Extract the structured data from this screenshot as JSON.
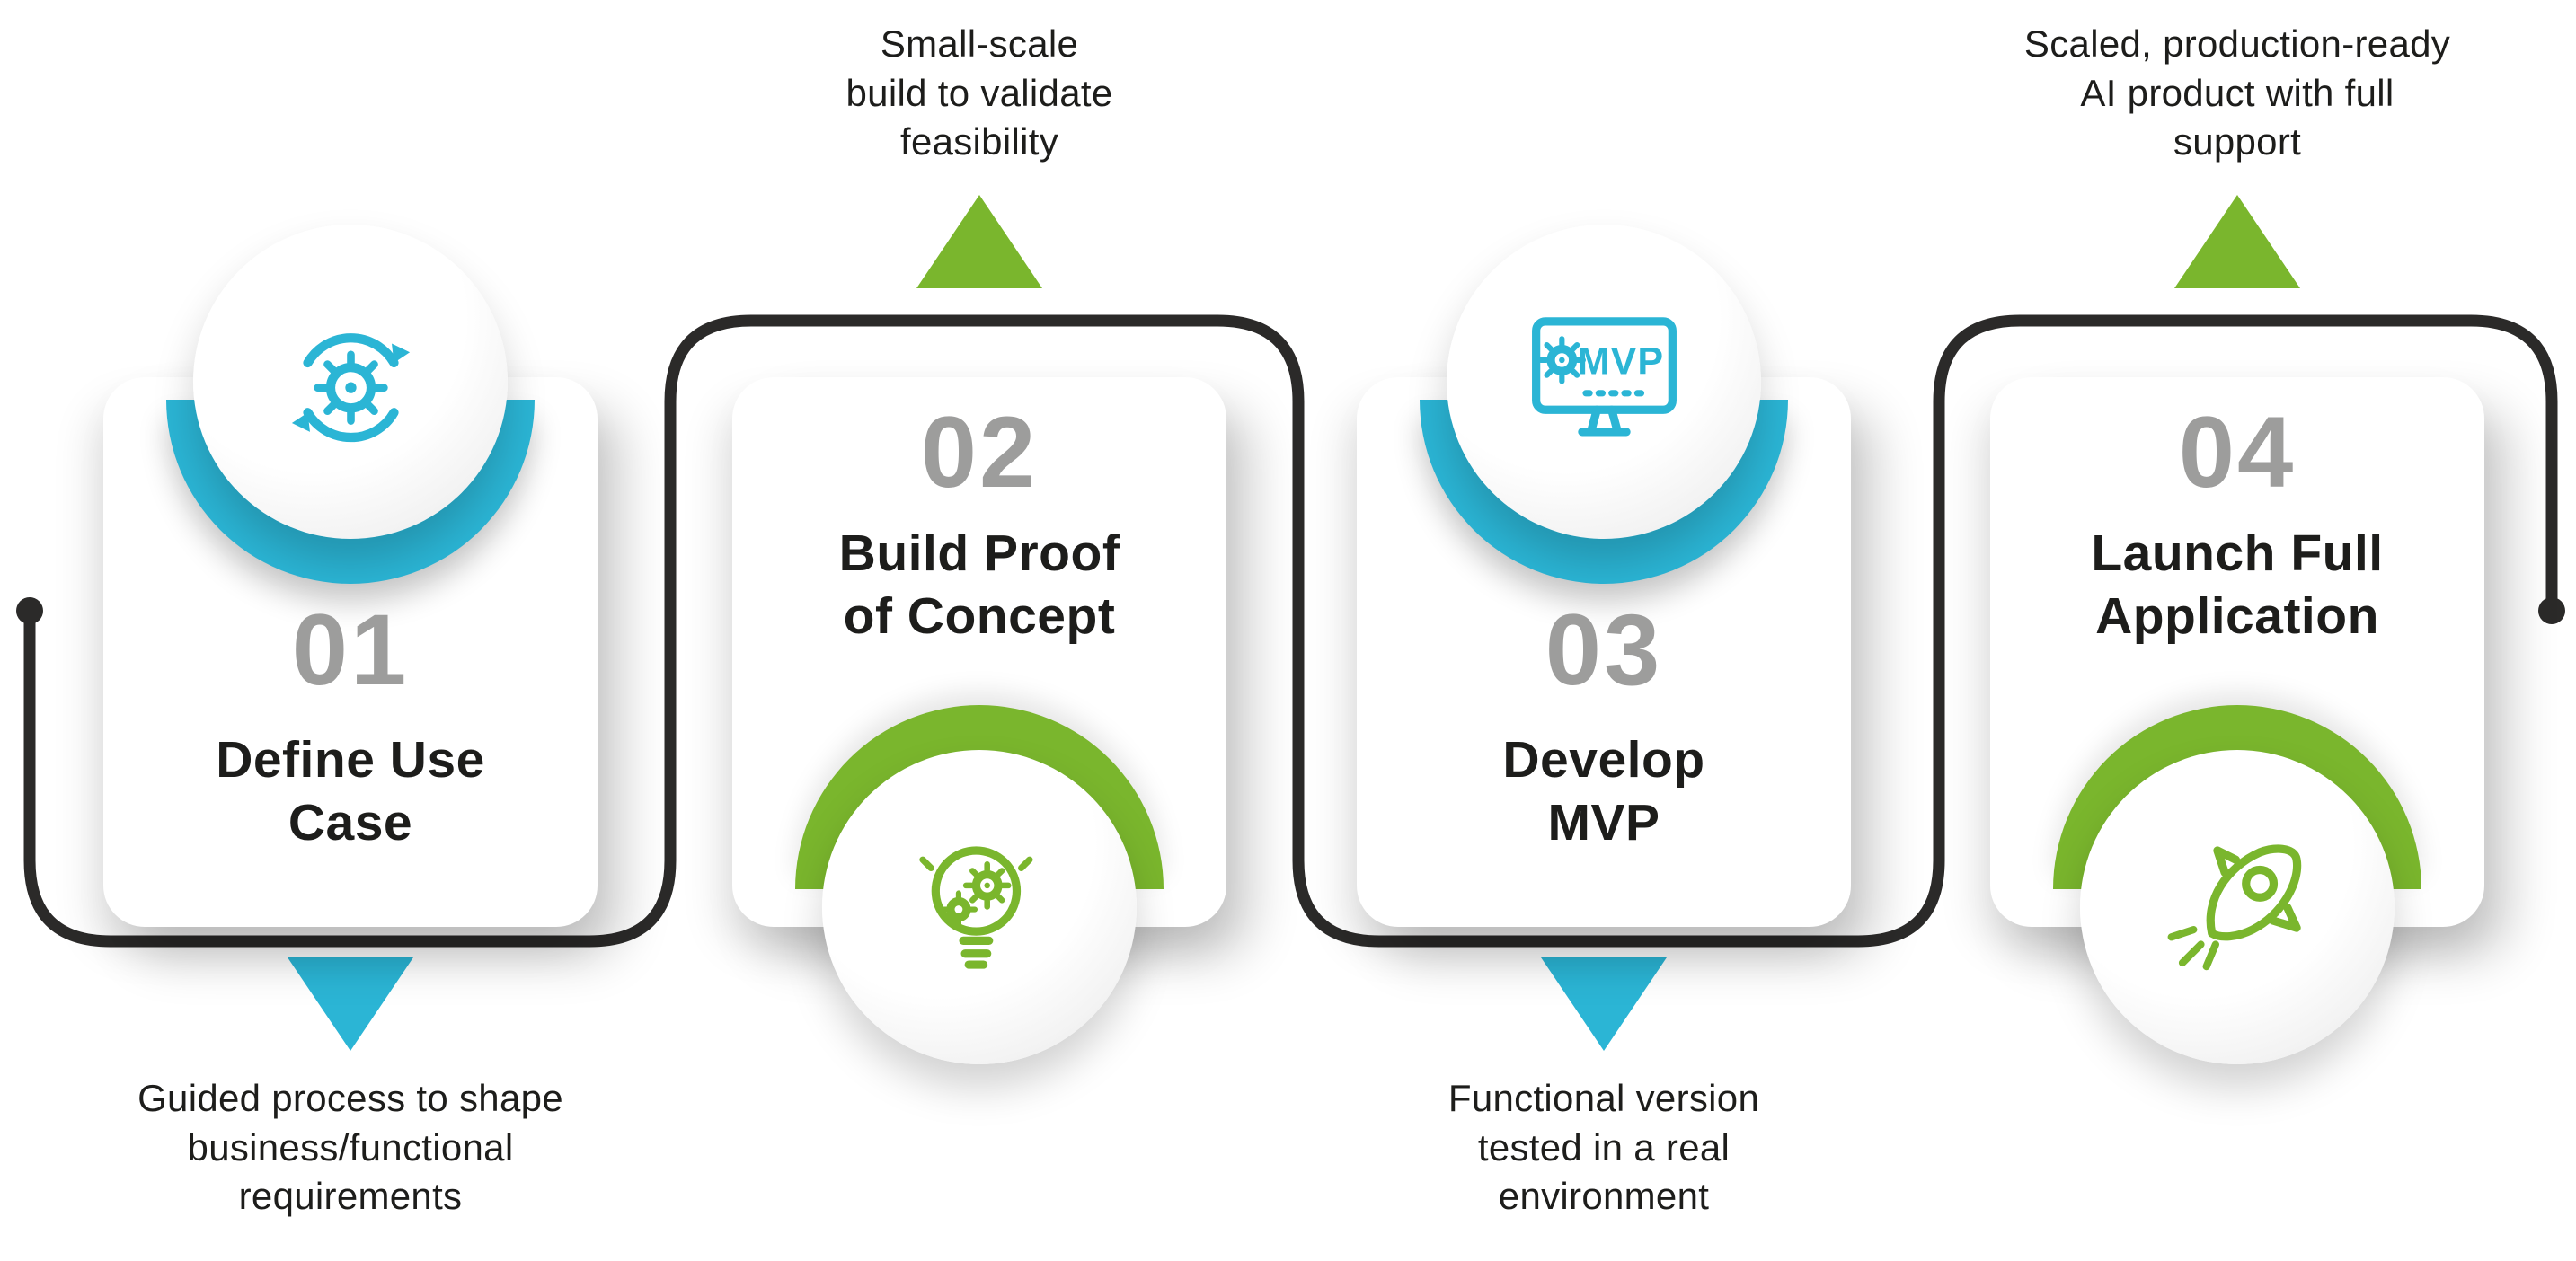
{
  "colors": {
    "teal": "#2bb5d5",
    "green": "#7ab62d",
    "line_dark": "#2b2a29",
    "number_gray": "#9d9d9c",
    "text_dark": "#1d1d1b",
    "card_white": "#ffffff"
  },
  "steps": [
    {
      "number": "01",
      "title_line1": "Define Use",
      "title_line2": "Case",
      "caption_line1": "Guided process to shape",
      "caption_line2": "business/functional",
      "caption_line3": "requirements",
      "caption_position": "below",
      "icon": "process-cycle-icon",
      "accent": "teal"
    },
    {
      "number": "02",
      "title_line1": "Build Proof",
      "title_line2": "of Concept",
      "caption_line1": "Small-scale",
      "caption_line2": "build to validate",
      "caption_line3": "feasibility",
      "caption_position": "above",
      "icon": "idea-bulb-gears-icon",
      "accent": "green"
    },
    {
      "number": "03",
      "title_line1": "Develop",
      "title_line2": "MVP",
      "caption_line1": "Functional version",
      "caption_line2": "tested in a real",
      "caption_line3": "environment",
      "caption_position": "below",
      "icon": "mvp-monitor-icon",
      "icon_label": "MVP",
      "accent": "teal"
    },
    {
      "number": "04",
      "title_line1": "Launch Full",
      "title_line2": "Application",
      "caption_line1": "Scaled, production-ready",
      "caption_line2": "AI product with full",
      "caption_line3": "support",
      "caption_position": "above",
      "icon": "rocket-launch-icon",
      "accent": "green"
    }
  ]
}
